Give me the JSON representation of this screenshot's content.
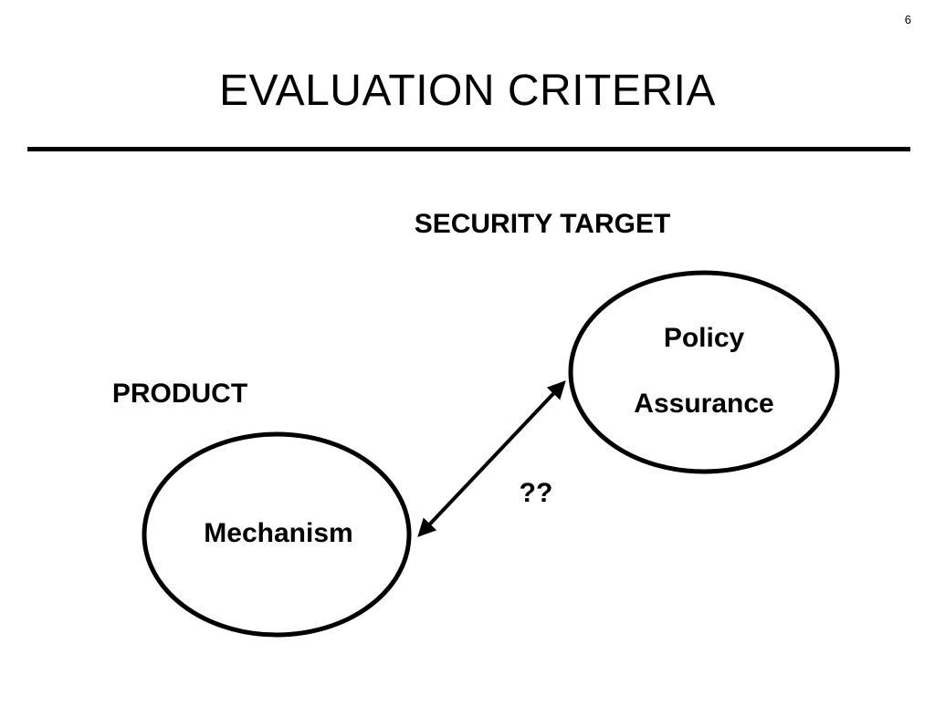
{
  "slide": {
    "number": "6",
    "title": "EVALUATION CRITERIA"
  },
  "diagram": {
    "security_target_label": "SECURITY TARGET",
    "product_label": "PRODUCT",
    "security_target_node": {
      "line1": "Policy",
      "line2": "Assurance"
    },
    "product_node": {
      "label": "Mechanism"
    },
    "relation_label": "??"
  },
  "colors": {
    "ink": "#000000",
    "background": "#ffffff"
  }
}
